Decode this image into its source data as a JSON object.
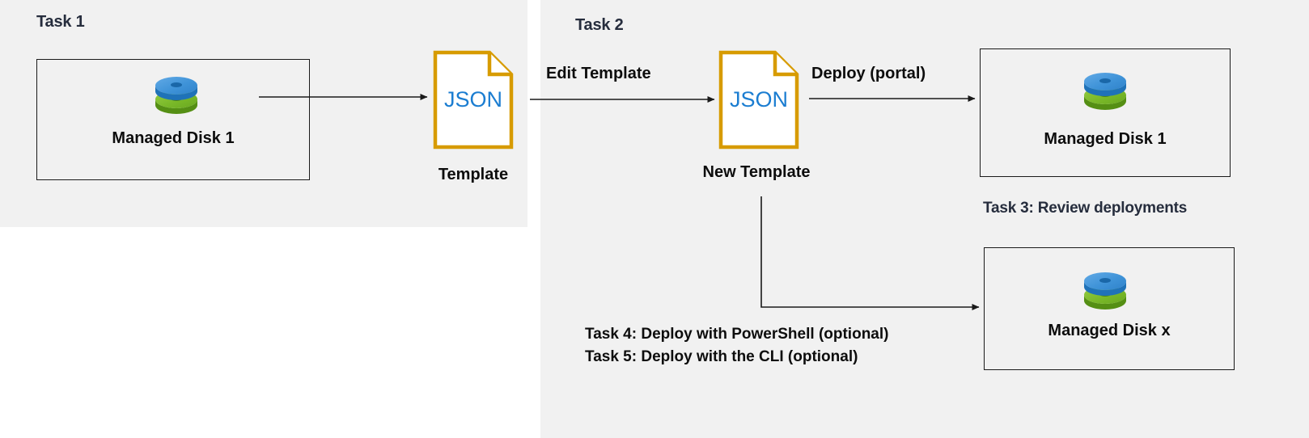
{
  "diagram": {
    "title_task1": "Task 1",
    "title_task2": "Task 2",
    "title_task3": "Task 3: Review deployments",
    "colors": {
      "panel_background": "#f1f1f1",
      "page_background": "#ffffff",
      "heading_text": "#262d3d",
      "body_text": "#0d0d0d",
      "file_border": "#d79b00",
      "json_text": "#1b7dd1",
      "disk_blue": "#3f93d8",
      "disk_green": "#7ab929",
      "connector": "#1a1a1a"
    }
  },
  "task1": {
    "heading": "Task 1",
    "disk_box": {
      "label": "Managed Disk 1",
      "icon": "managed-disk-icon"
    },
    "template_file": {
      "file_type": "JSON",
      "caption": "Template",
      "icon": "json-file-icon"
    },
    "connector_label": ""
  },
  "task2": {
    "heading": "Task 2",
    "edit_arrow_label": "Edit Template",
    "new_template_file": {
      "file_type": "JSON",
      "caption": "New Template",
      "icon": "json-file-icon"
    },
    "deploy_arrow_label": "Deploy (portal)",
    "deployed_disk_box": {
      "label": "Managed Disk 1",
      "icon": "managed-disk-icon"
    }
  },
  "task3": {
    "heading": "Task 3: Review deployments"
  },
  "optional_tasks": {
    "line1": "Task 4: Deploy with PowerShell (optional)",
    "line2": "Task 5: Deploy with the CLI (optional)",
    "target_box": {
      "label": "Managed Disk x",
      "icon": "managed-disk-icon"
    }
  }
}
